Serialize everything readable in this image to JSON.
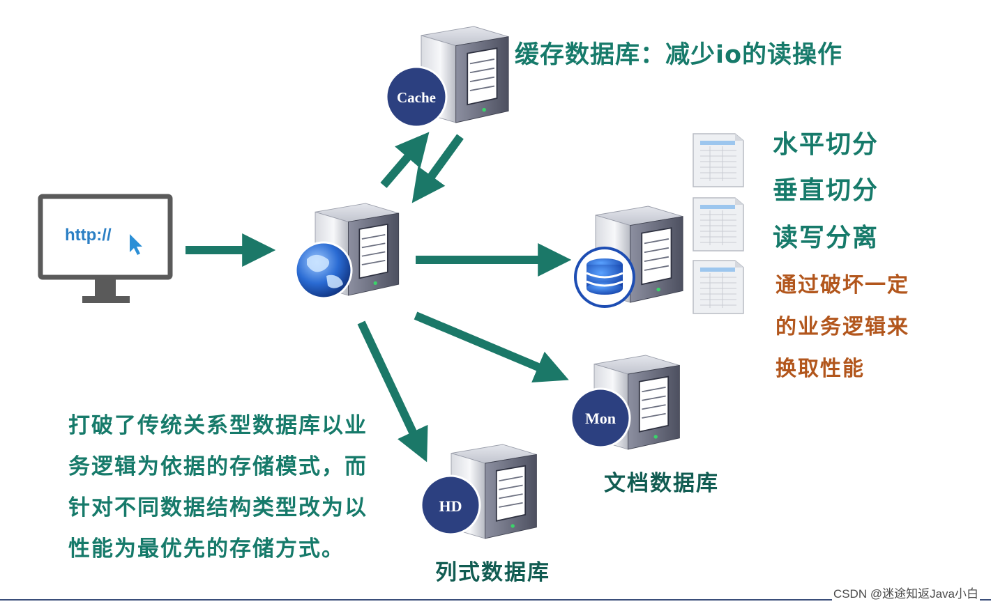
{
  "monitor": {
    "url_text": "http://"
  },
  "cache": {
    "badge": "Cache",
    "description": "缓存数据库：减少io的读操作"
  },
  "relational": {
    "operations": [
      "水平切分",
      "垂直切分",
      "读写分离"
    ],
    "note_lines": [
      "通过破坏一定",
      "的业务逻辑来",
      "换取性能"
    ]
  },
  "document_db": {
    "badge": "Mon",
    "label": "文档数据库"
  },
  "column_db": {
    "badge": "HD",
    "label": "列式数据库"
  },
  "summary": "打破了传统关系型数据库以业务逻辑为依据的存储模式，而针对不同数据结构类型改为以性能为最优先的存储方式。",
  "watermark": "CSDN @迷途知返Java小白",
  "colors": {
    "arrow": "#1b7868",
    "text_teal": "#167a6a",
    "text_orange": "#b2561c",
    "badge_navy": "#2c4080",
    "globe_blue": "#1d5ab8",
    "db_blue": "#1f62d0"
  }
}
